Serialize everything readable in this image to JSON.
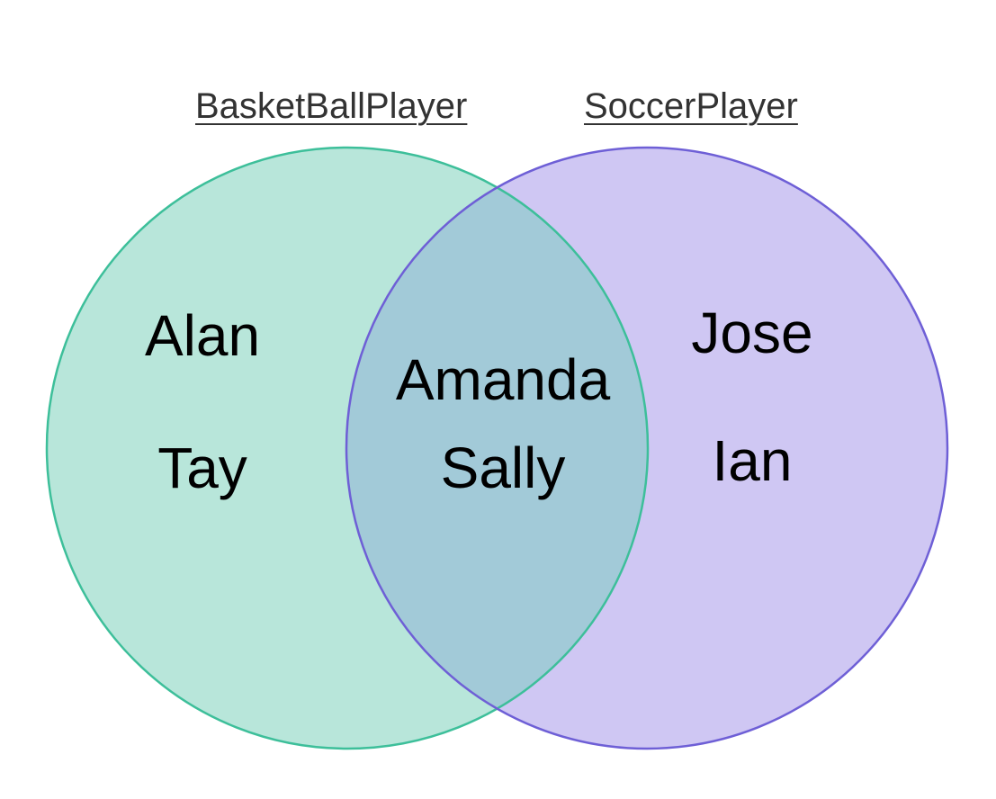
{
  "diagram": {
    "type": "venn",
    "sets": [
      {
        "title": "BasketBallPlayer",
        "fill": "#b8e6da",
        "stroke": "#3dbf9a",
        "only_members": [
          "Alan",
          "Tay"
        ]
      },
      {
        "title": "SoccerPlayer",
        "fill": "#cfc7f3",
        "stroke": "#6e5fd6",
        "only_members": [
          "Jose",
          "Ian"
        ]
      }
    ],
    "intersection": {
      "fill": "#a2cad8",
      "members": [
        "Amanda",
        "Sally"
      ]
    }
  }
}
